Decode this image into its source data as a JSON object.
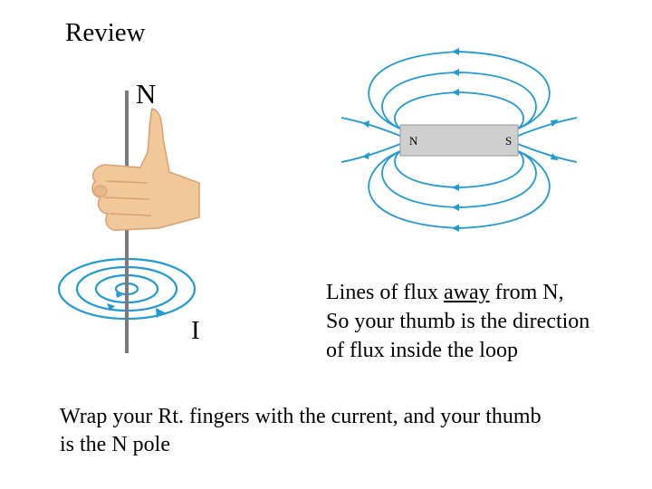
{
  "slide": {
    "title": "Review",
    "hand_figure": {
      "pole_label": "N",
      "current_label": "I"
    },
    "bar_magnet": {
      "north_label": "N",
      "south_label": "S"
    },
    "flux_note": {
      "line1_pre": "Lines of flux ",
      "line1_emph": "away",
      "line1_post": " from N,",
      "line2": "So your thumb is the direction",
      "line3": "of flux inside the loop"
    },
    "bottom_note": {
      "line1": "Wrap your Rt. fingers with the current, and your thumb",
      "line2": "is the N pole"
    },
    "colors": {
      "field_line": "#1f9ad6",
      "skin": "#f0c89a",
      "skin_shadow": "#d9a070",
      "wire": "#7a7a7a",
      "magnet": "#cfcfcf"
    }
  }
}
